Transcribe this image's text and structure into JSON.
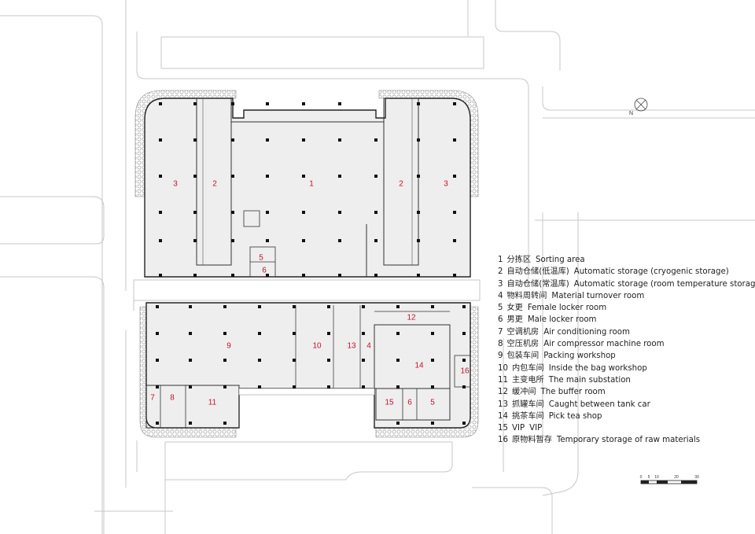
{
  "compass": {
    "letter": "N"
  },
  "scale_bar": {
    "ticks": [
      "0",
      "5",
      "10",
      "20",
      "30"
    ]
  },
  "rooms": [
    {
      "id": "r3a",
      "label": "3"
    },
    {
      "id": "r2a",
      "label": "2"
    },
    {
      "id": "r1",
      "label": "1"
    },
    {
      "id": "r2b",
      "label": "2"
    },
    {
      "id": "r3b",
      "label": "3"
    },
    {
      "id": "r5a",
      "label": "5"
    },
    {
      "id": "r6a",
      "label": "6"
    },
    {
      "id": "r9",
      "label": "9"
    },
    {
      "id": "r10",
      "label": "10"
    },
    {
      "id": "r13",
      "label": "13"
    },
    {
      "id": "r4",
      "label": "4"
    },
    {
      "id": "r12",
      "label": "12"
    },
    {
      "id": "r14",
      "label": "14"
    },
    {
      "id": "r16",
      "label": "16"
    },
    {
      "id": "r7",
      "label": "7"
    },
    {
      "id": "r8",
      "label": "8"
    },
    {
      "id": "r11",
      "label": "11"
    },
    {
      "id": "r15",
      "label": "15"
    },
    {
      "id": "r6b",
      "label": "6"
    },
    {
      "id": "r5b",
      "label": "5"
    }
  ],
  "legend": [
    {
      "num": "1",
      "zh": "分拣区",
      "en": "Sorting area"
    },
    {
      "num": "2",
      "zh": "自动仓储(低温库)",
      "en": "Automatic storage (cryogenic storage)"
    },
    {
      "num": "3",
      "zh": "自动仓储(常温库)",
      "en": "Automatic storage (room temperature storage)"
    },
    {
      "num": "4",
      "zh": "物料周转间",
      "en": "Material turnover room"
    },
    {
      "num": "5",
      "zh": "女更",
      "en": "Female locker room"
    },
    {
      "num": "6",
      "zh": "男更",
      "en": "Male locker room"
    },
    {
      "num": "7",
      "zh": "空调机房",
      "en": "Air conditioning room"
    },
    {
      "num": "8",
      "zh": "空压机房",
      "en": "Air compressor machine room"
    },
    {
      "num": "9",
      "zh": "包装车间",
      "en": "Packing workshop"
    },
    {
      "num": "10",
      "zh": "内包车间",
      "en": "Inside the bag workshop"
    },
    {
      "num": "11",
      "zh": "主变电所",
      "en": "The main substation"
    },
    {
      "num": "12",
      "zh": "缓冲间",
      "en": "The buffer room"
    },
    {
      "num": "13",
      "zh": "抓罐车间",
      "en": "Caught between tank car"
    },
    {
      "num": "14",
      "zh": "挑茶车间",
      "en": "Pick tea shop"
    },
    {
      "num": "15",
      "zh": "VIP",
      "en": "VIP"
    },
    {
      "num": "16",
      "zh": "原物料暂存",
      "en": "Temporary storage of raw materials"
    }
  ]
}
